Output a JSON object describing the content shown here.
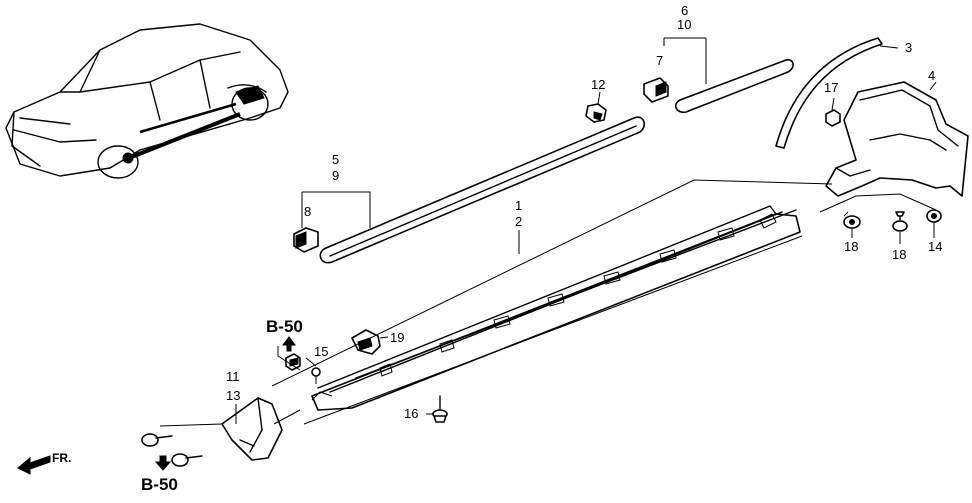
{
  "labels": {
    "p1": "1",
    "p2": "2",
    "p3": "3",
    "p4": "4",
    "p5": "5",
    "p6": "6",
    "p7": "7",
    "p8": "8",
    "p9": "9",
    "p10": "10",
    "p11": "11",
    "p12": "12",
    "p13": "13",
    "p14": "14",
    "p15": "15",
    "p16": "16",
    "p17": "17",
    "p18a": "18",
    "p18b": "18",
    "p19": "19"
  },
  "refs": {
    "top": "B-50",
    "bottom": "B-50"
  },
  "direction": "FR.",
  "colors": {
    "ink": "#000000",
    "paper": "#ffffff"
  }
}
